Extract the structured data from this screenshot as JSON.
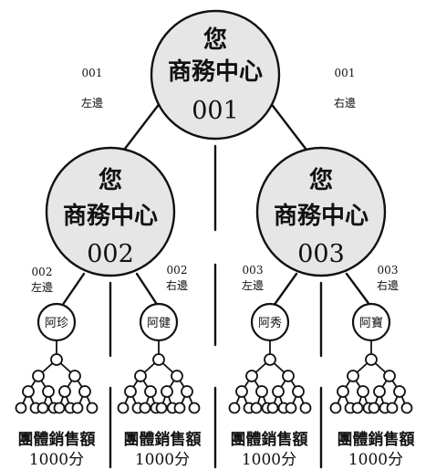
{
  "nodes": {
    "top": {
      "line1": "您",
      "line2": "商務中心",
      "code": "001"
    },
    "left": {
      "line1": "您",
      "line2": "商務中心",
      "code": "002"
    },
    "right": {
      "line1": "您",
      "line2": "商務中心",
      "code": "003"
    }
  },
  "side_labels": {
    "top_left": {
      "code": "001",
      "side": "左邊"
    },
    "top_right": {
      "code": "001",
      "side": "右邊"
    },
    "left_left": {
      "code": "002",
      "side": "左邊"
    },
    "left_right": {
      "code": "002",
      "side": "右邊"
    },
    "right_left": {
      "code": "003",
      "side": "左邊"
    },
    "right_right": {
      "code": "003",
      "side": "右邊"
    }
  },
  "members": [
    {
      "name": "阿珍"
    },
    {
      "name": "阿健"
    },
    {
      "name": "阿秀"
    },
    {
      "name": "阿寶"
    }
  ],
  "totals": [
    {
      "label": "團體銷售額",
      "amount": "1000分"
    },
    {
      "label": "團體銷售額",
      "amount": "1000分"
    },
    {
      "label": "團體銷售額",
      "amount": "1000分"
    },
    {
      "label": "團體銷售額",
      "amount": "1000分"
    }
  ],
  "colors": {
    "node_fill": "#e6e6e6",
    "stroke": "#111111",
    "member_fill": "#ffffff"
  }
}
